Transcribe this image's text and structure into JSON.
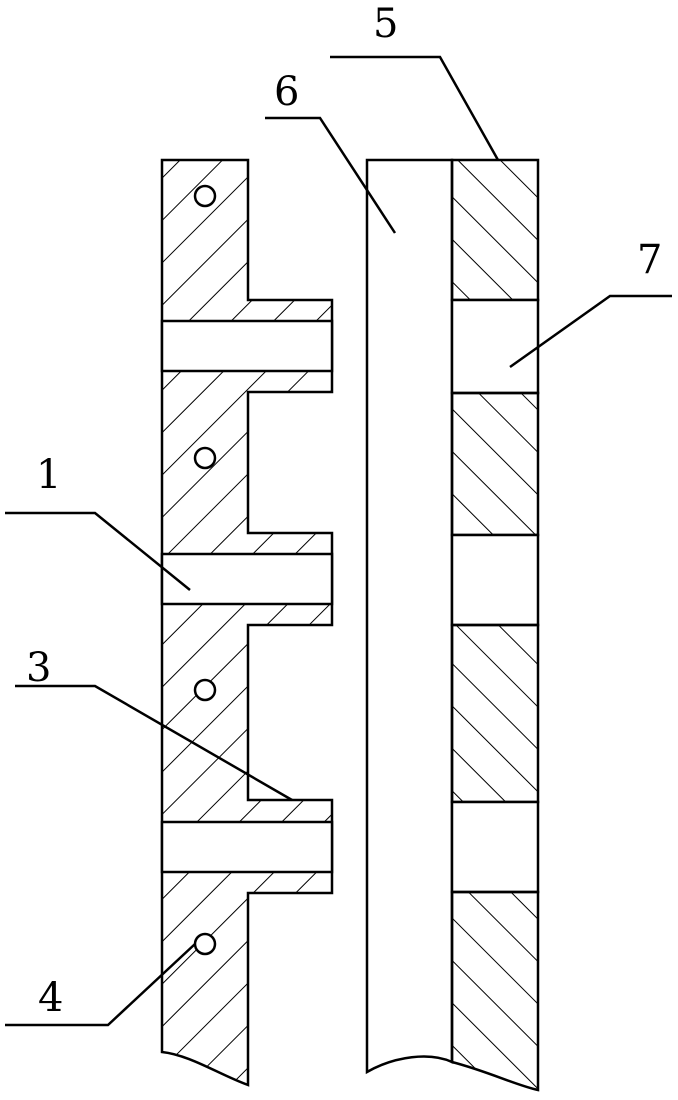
{
  "figure": {
    "parts": [
      {
        "id": "1",
        "label": "1"
      },
      {
        "id": "3",
        "label": "3"
      },
      {
        "id": "4",
        "label": "4"
      },
      {
        "id": "5",
        "label": "5"
      },
      {
        "id": "6",
        "label": "6"
      },
      {
        "id": "7",
        "label": "7"
      }
    ],
    "hatch_color": "#000000",
    "line_color": "#000000"
  }
}
